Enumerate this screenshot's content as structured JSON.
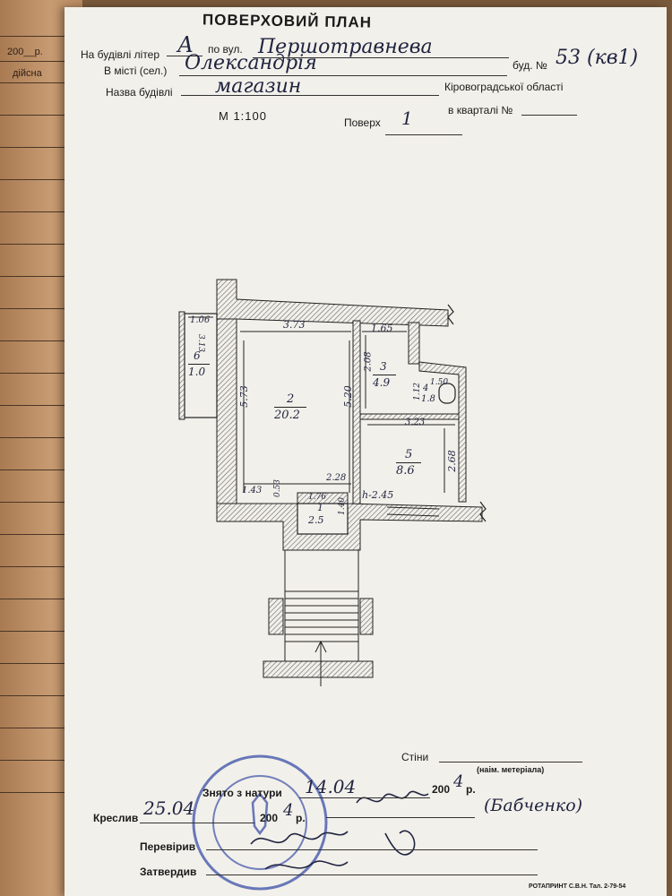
{
  "left_page": {
    "year_blank": "200__р.",
    "valid": "дійсна"
  },
  "header": {
    "title": "ПОВЕРХОВИЙ ПЛАН",
    "letter_label": "На будівлі літер",
    "letter_value": "А",
    "street_label": "по вул.",
    "street_value": "Першотравнева",
    "city_label": "В місті (сел.)",
    "city_value": "Олександрія",
    "number_label": "буд. №",
    "number_value": "53 (кв1)",
    "building_label": "Назва будівлі",
    "building_value": "магазин",
    "region": "Кіровоградської області",
    "quarter_label": "в кварталі №",
    "scale": "М 1:100",
    "floor_label": "Поверх",
    "floor_value": "1"
  },
  "plan": {
    "rooms": [
      {
        "num": "1",
        "area": "2.5"
      },
      {
        "num": "2",
        "area": "20.2"
      },
      {
        "num": "3",
        "area": "4.9"
      },
      {
        "num": "4",
        "area": "1.8"
      },
      {
        "num": "5",
        "area": "8.6"
      },
      {
        "num": "6",
        "area": "1.0"
      }
    ],
    "dims": {
      "d373": "3.73",
      "d165": "1.65",
      "d106": "1.06",
      "d313": "3.13",
      "d573": "5.73",
      "d520": "5.20",
      "d208": "2.08",
      "d150": "1.50",
      "d112": "1.12",
      "d323": "3.23",
      "d268": "2.68",
      "d228": "2.28",
      "d143": "1.43",
      "d053": "0.53",
      "d176": "1.76",
      "d140": "1.40",
      "dh245": "h-2.45"
    }
  },
  "footer": {
    "walls_label": "Стіни",
    "walls_caption": "(наім. метеріала)",
    "survey_label": "Знято з натури",
    "survey_date": "14.04",
    "survey_year_prefix": "200",
    "survey_year_digit": "4",
    "survey_year_suffix": "р.",
    "drawn_label": "Креслив",
    "drawn_date": "25.04",
    "drawn_year_prefix": "200",
    "drawn_year_digit": "4",
    "drawn_year_suffix": "р.",
    "drawn_name": "(Бабченко)",
    "checked_label": "Перевірив",
    "approved_label": "Затвердив",
    "printer": "РОТАПРИНТ С.В.Н. Тал. 2-79-54"
  },
  "colors": {
    "paper": "#f2f0ea",
    "ink": "#1f2440",
    "stamp": "#3a4fa8"
  }
}
